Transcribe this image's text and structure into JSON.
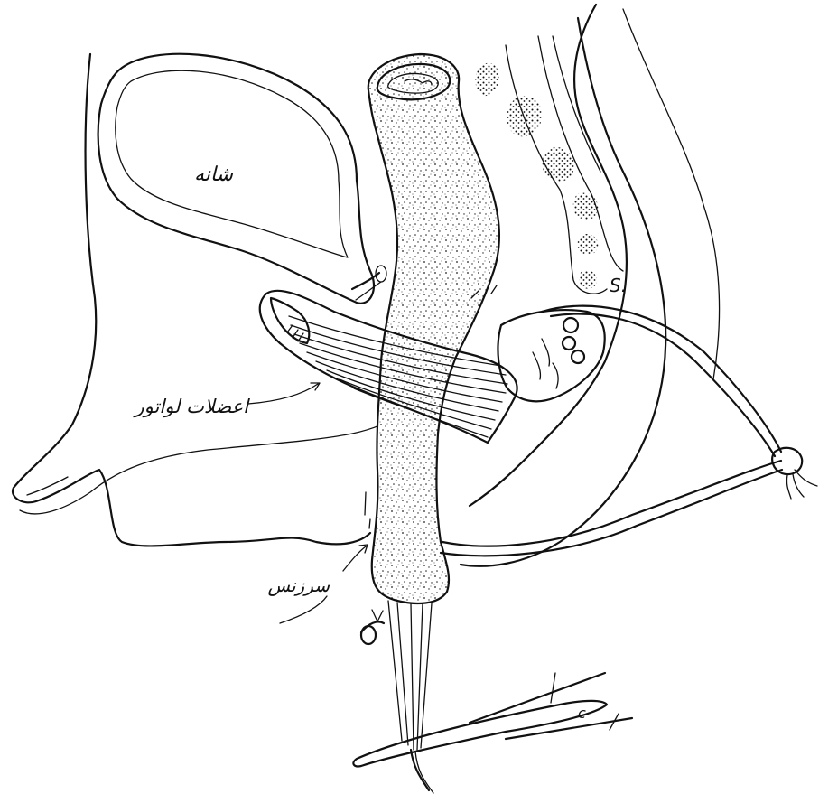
{
  "labels": {
    "bladder": "شانه",
    "levator_muscle": "اعضلات لواتور",
    "prostate_area": "سرزنس",
    "sacrum_mark": "S.",
    "instrument_mark": "c"
  },
  "colors": {
    "ink": "#111111",
    "background": "#ffffff"
  }
}
